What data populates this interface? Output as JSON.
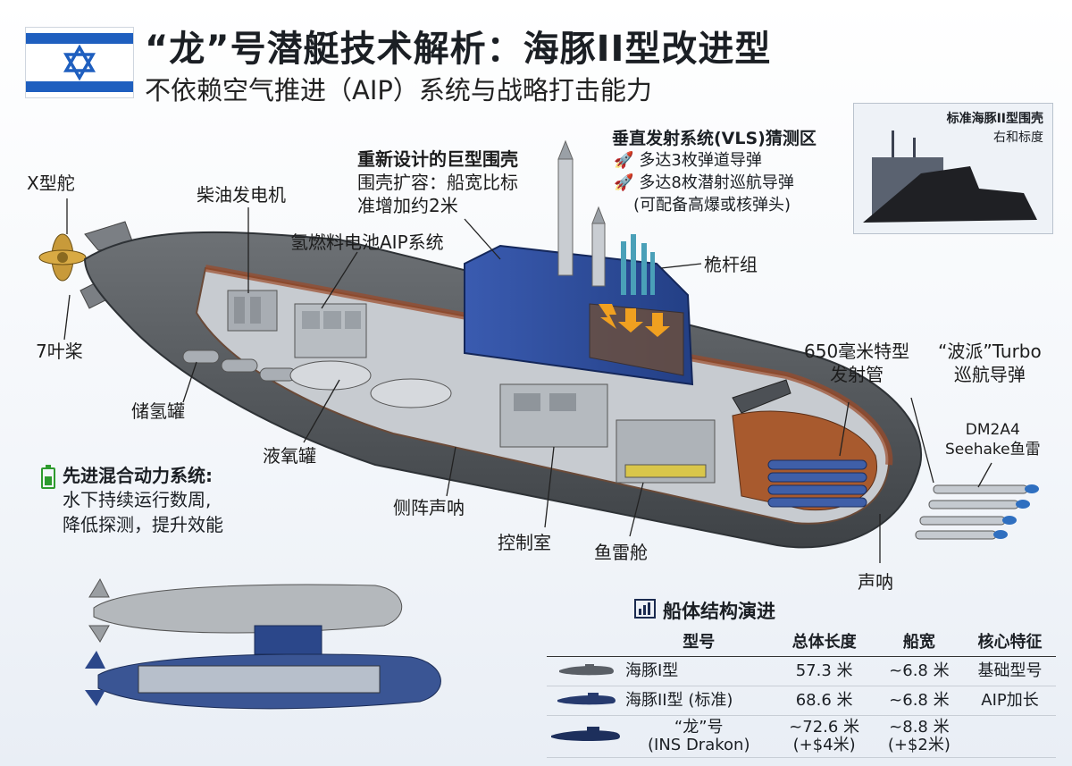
{
  "title": "“龙”号潜艇技术解析：海豚II型改进型",
  "subtitle": "不依赖空气推进（AIP）系统与战略打击能力",
  "flag_icon": "israel-flag-icon",
  "colors": {
    "flag_blue": "#1f5fbf",
    "sail_blue": "#2f4f9a",
    "hull_gray": "#5b5f63",
    "accent_orange": "#f0a020"
  },
  "labels": {
    "rudder": "X型舵",
    "propeller": "7叶桨",
    "diesel": "柴油发电机",
    "fuel_cell": "氢燃料电池AIP系统",
    "h2_tanks": "储氢罐",
    "lox_tanks": "液氧罐",
    "flank_sonar": "侧阵声呐",
    "control_room": "控制室",
    "torpedo_room": "鱼雷舱",
    "sonar": "声呐",
    "masts": "桅杆组",
    "tubes_l1": "650毫米特型",
    "tubes_l2": "发射管",
    "popeye_l1": "“波派”Turbo",
    "popeye_l2": "巡航导弹",
    "torpedo_l1": "DM2A4",
    "torpedo_l2": "Seehake鱼雷"
  },
  "sail": {
    "head": "重新设计的巨型围壳",
    "line1": "围壳扩容：船宽比标",
    "line2": "准增加约2米"
  },
  "vls": {
    "head": "垂直发射系统(VLS)猜测区",
    "item1": "多达3枚弹道导弹",
    "item2": "多达8枚潜射巡航导弹",
    "item3": "(可配备高爆或核弹头)",
    "item_icon": "rocket-icon"
  },
  "inset": {
    "title": "标准海豚II型围壳",
    "subtitle": "右和标度"
  },
  "hybrid": {
    "head": "先进混合动力系统:",
    "line1": "水下持续运行数周,",
    "line2": "降低探测，提升效能",
    "icon": "battery-icon"
  },
  "evolution": {
    "title": "船体结构演进",
    "icon": "bar-chart-icon",
    "headers": [
      "型号",
      "总体长度",
      "船宽",
      "核心特征"
    ],
    "rows": [
      {
        "model": "海豚I型",
        "length": "57.3 米",
        "beam": "~6.8 米",
        "feature": "基础型号",
        "length2": "",
        "beam2": ""
      },
      {
        "model": "海豚II型 (标准)",
        "length": "68.6 米",
        "beam": "~6.8 米",
        "feature": "AIP加长",
        "length2": "",
        "beam2": ""
      },
      {
        "model": "“龙”号",
        "model2": "(INS Drakon)",
        "length": "~72.6 米",
        "length2": "(+$4米)",
        "beam": "~8.8 米",
        "beam2": "(+$2米)",
        "feature": ""
      }
    ]
  }
}
